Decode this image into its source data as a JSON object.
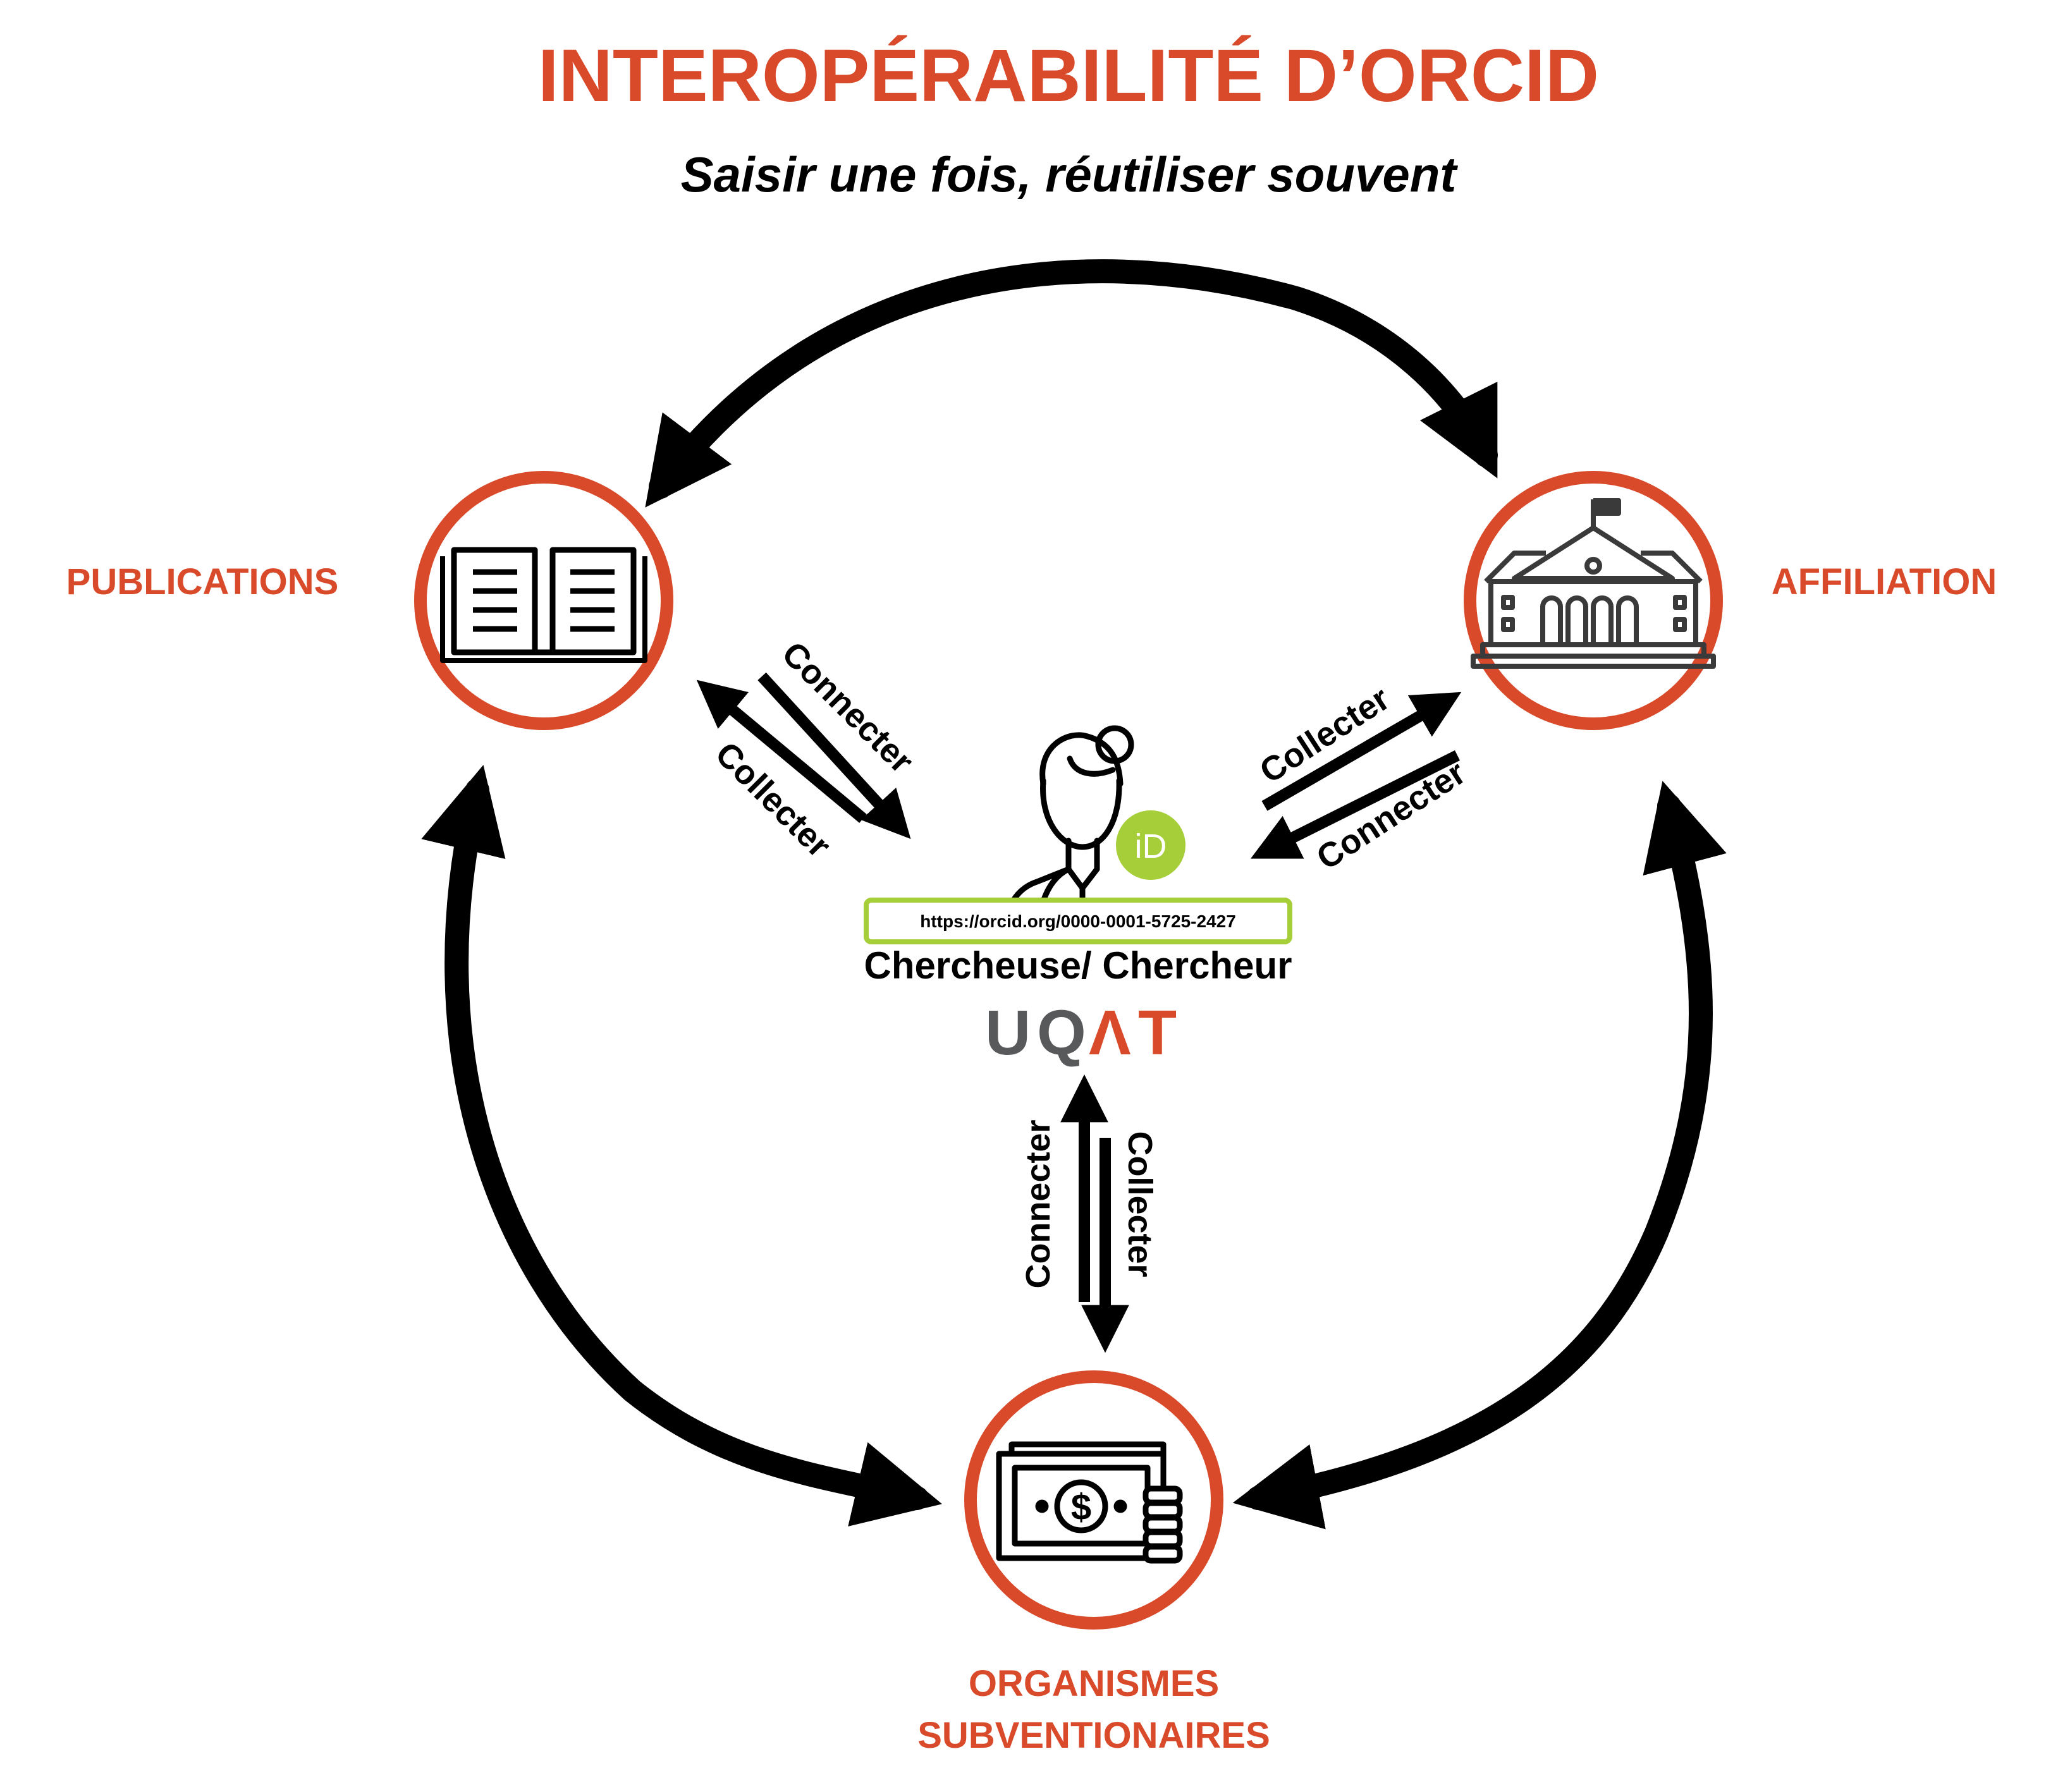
{
  "header": {
    "title": "INTEROPÉRABILITÉ D’ORCID",
    "subtitle": "Saisir une fois, réutiliser souvent"
  },
  "nodes": {
    "publications": {
      "label": "PUBLICATIONS",
      "icon": "book-icon"
    },
    "affiliation": {
      "label": "AFFILIATION",
      "icon": "university-building-icon"
    },
    "funders": {
      "label_line1": "ORGANISMES",
      "label_line2": "SUBVENTIONAIRES",
      "icon": "money-icon"
    }
  },
  "center": {
    "icon": "researcher-icon",
    "badge_text": "iD",
    "orcid_url": "https://orcid.org/0000-0001-5725-2427",
    "role_label": "Chercheuse/ Chercheur",
    "logo": {
      "u": "U",
      "q": "Q",
      "a": "Λ",
      "t": "T"
    }
  },
  "flows": {
    "publications": {
      "connect": "Connecter",
      "collect": "Collecter"
    },
    "affiliation": {
      "connect": "Connecter",
      "collect": "Collecter"
    },
    "funders": {
      "connect": "Connecter",
      "collect": "Collecter"
    }
  },
  "colors": {
    "accent": "#D94A2B",
    "orcid_green": "#A6CE39",
    "logo_gray": "#58595B",
    "ink": "#000000"
  }
}
